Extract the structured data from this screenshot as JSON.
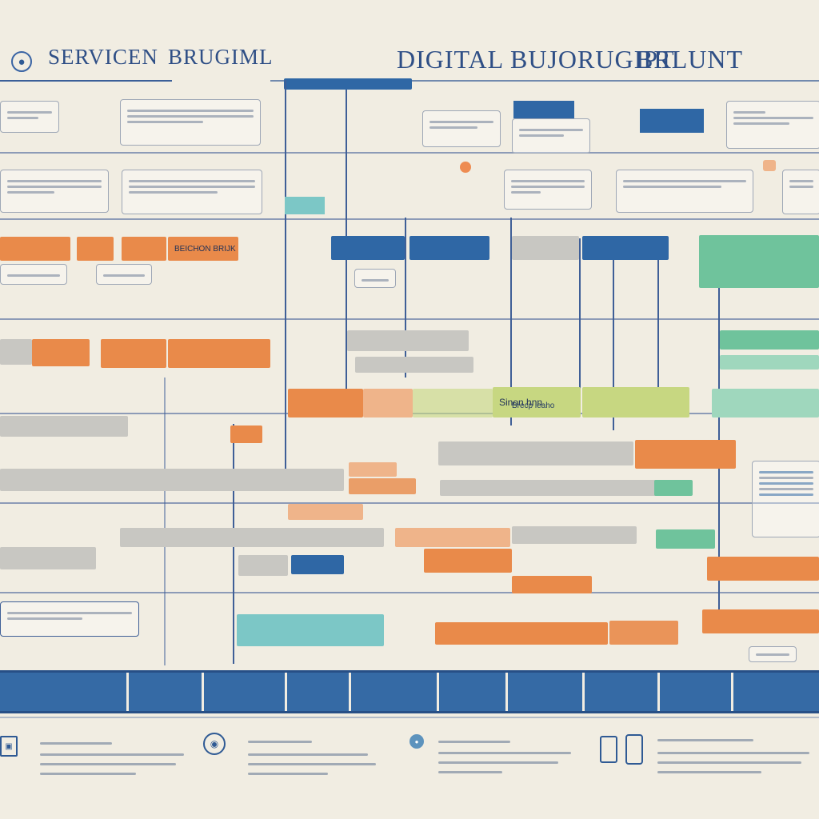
{
  "header": {
    "left_title_a": "SERVICEN",
    "left_title_b": "BRUGIML",
    "right_title": "DIGITAL BUJORUGIPT",
    "right_title_b": "BRLUNT"
  },
  "bars": {
    "row3_label": "BEICHON BRIJK",
    "middle_label": "Sinon hnn",
    "middle_label_2": "Brecp ieaho"
  },
  "colors": {
    "background": "#f1ede2",
    "navy": "#2f4f86",
    "blue": "#2f67a5",
    "orange": "#e98a4a",
    "green": "#6fc39c",
    "lime": "#c7d781",
    "gray": "#c8c7c2"
  },
  "icons": {
    "header_left": "circle-icon",
    "footer_1": "monitor-icon",
    "footer_2": "target-icon",
    "footer_3": "dot-icon",
    "footer_4": "phone-icon"
  }
}
